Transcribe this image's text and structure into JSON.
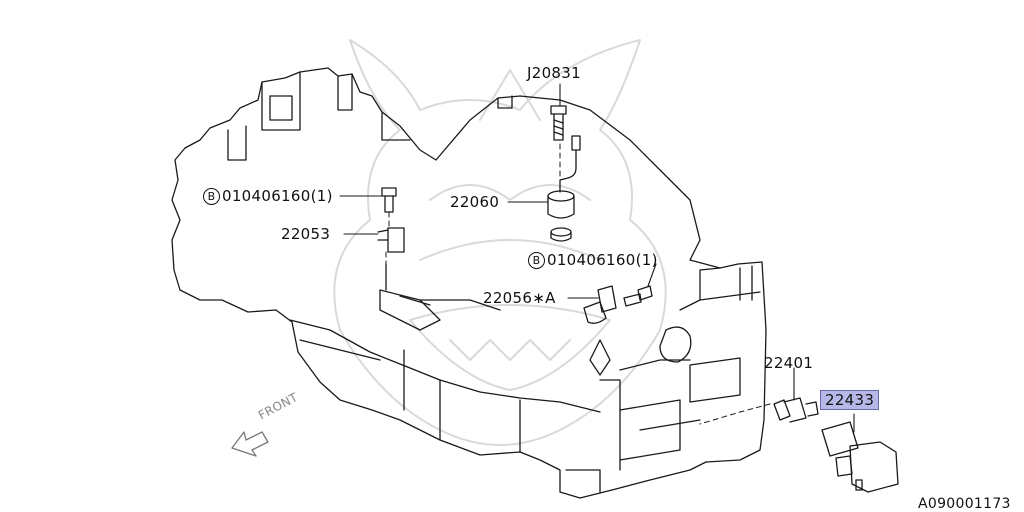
{
  "diagram": {
    "ref_code": "A090001173",
    "front_label": "FRONT",
    "colors": {
      "line": "#1a1a1a",
      "highlight": "#b8b8e8",
      "watermark": "#d9d9d9"
    },
    "parts": [
      {
        "id": "j20831",
        "number": "J20831"
      },
      {
        "id": "bolt1",
        "badge": "B",
        "number": "010406160",
        "qty": "(1)"
      },
      {
        "id": "22060",
        "number": "22060"
      },
      {
        "id": "22053",
        "number": "22053"
      },
      {
        "id": "bolt2",
        "badge": "B",
        "number": "010406160",
        "qty": "(1)"
      },
      {
        "id": "22056a",
        "number": "22056∗A"
      },
      {
        "id": "22401",
        "number": "22401"
      },
      {
        "id": "22433",
        "number": "22433",
        "highlighted": true
      }
    ]
  }
}
